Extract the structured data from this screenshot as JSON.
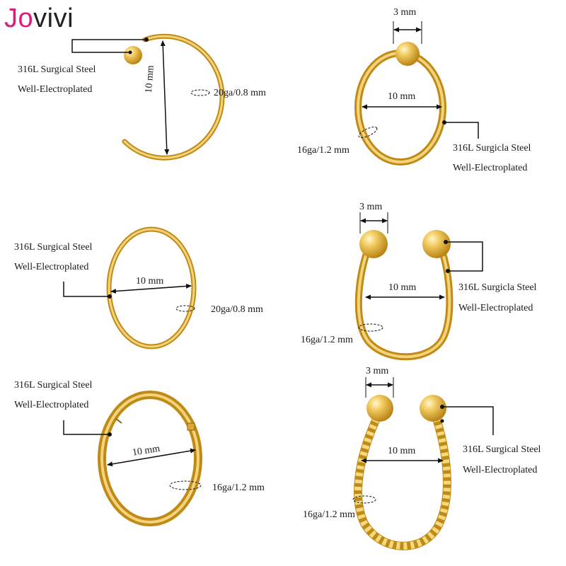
{
  "brand": {
    "logo_part1": "Jo",
    "logo_part2": "vivi",
    "logo_color_1": "#e0197d",
    "logo_color_2": "#222222"
  },
  "colors": {
    "gold": "#e8b93c",
    "gold_light": "#f7dc84",
    "gold_dark": "#c08a17",
    "line": "#111111"
  },
  "items": [
    {
      "material": "316L Surgical Steel",
      "finish": "Well-Electroplated",
      "gauge": "20ga/0.8 mm",
      "diameter": "10 mm"
    },
    {
      "material": "316L Surgicla Steel",
      "finish": "Well-Electroplated",
      "gauge": "16ga/1.2 mm",
      "diameter": "10 mm",
      "ball": "3 mm"
    },
    {
      "material": "316L Surgical Steel",
      "finish": "Well-Electroplated",
      "gauge": "20ga/0.8 mm",
      "diameter": "10 mm"
    },
    {
      "material": "316L Surgicla Steel",
      "finish": "Well-Electroplated",
      "gauge": "16ga/1.2 mm",
      "diameter": "10 mm",
      "ball": "3 mm"
    },
    {
      "material": "316L Surgical Steel",
      "finish": "Well-Electroplated",
      "gauge": "16ga/1.2 mm",
      "diameter": "10 mm"
    },
    {
      "material": "316L Surgical Steel",
      "finish": "Well-Electroplated",
      "gauge": "16ga/1.2 mm",
      "diameter": "10 mm",
      "ball": "3 mm"
    }
  ]
}
